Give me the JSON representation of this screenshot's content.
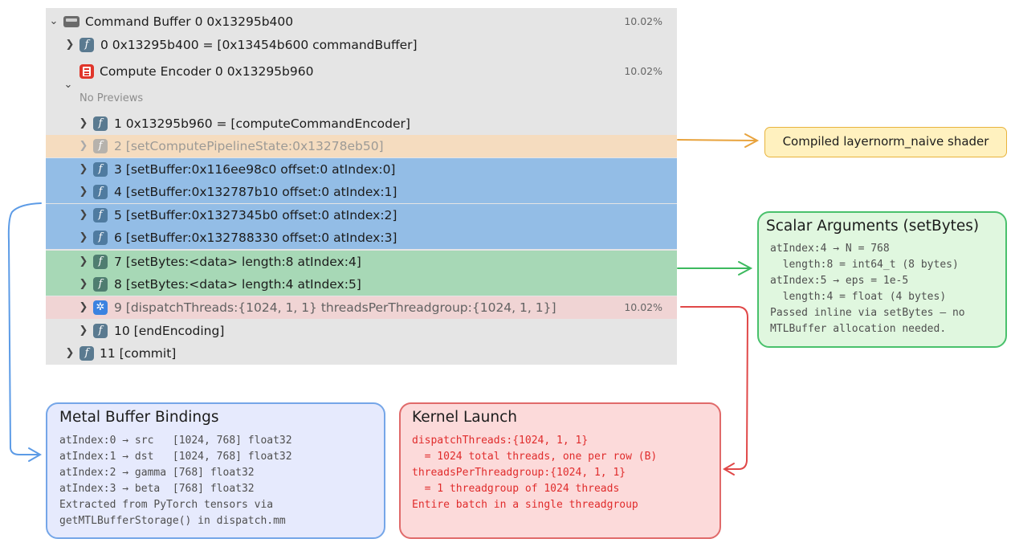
{
  "trace": {
    "command_buffer": {
      "label": "Command Buffer 0 0x13295b400",
      "percent": "10.02%",
      "icon": "command-buffer-icon"
    },
    "compute_encoder": {
      "label": "Compute Encoder 0 0x13295b960",
      "percent": "10.02%",
      "icon": "compute-encoder-icon"
    },
    "no_previews": "No Previews",
    "calls": [
      {
        "text": "0 0x13295b400 = [0x13454b600 commandBuffer]"
      },
      {
        "text": "1 0x13295b960 = [computeCommandEncoder]"
      },
      {
        "text": "2 [setComputePipelineState:0x13278eb50]"
      },
      {
        "text": "3 [setBuffer:0x116ee98c0 offset:0 atIndex:0]"
      },
      {
        "text": "4 [setBuffer:0x132787b10 offset:0 atIndex:1]"
      },
      {
        "text": "5 [setBuffer:0x1327345b0 offset:0 atIndex:2]"
      },
      {
        "text": "6 [setBuffer:0x132788330 offset:0 atIndex:3]"
      },
      {
        "text": "7 [setBytes:<data> length:8 atIndex:4]"
      },
      {
        "text": "8 [setBytes:<data> length:4 atIndex:5]"
      },
      {
        "text": "9 [dispatchThreads:{1024, 1, 1} threadsPerThreadgroup:{1024, 1, 1}]",
        "percent": "10.02%"
      },
      {
        "text": "10 [endEncoding]"
      },
      {
        "text": "11 [commit]"
      }
    ]
  },
  "annotations": {
    "shader": {
      "text": "Compiled layernorm_naive shader",
      "color": "#e8a33d"
    },
    "scalar": {
      "title": "Scalar Arguments (setBytes)",
      "lines": [
        "atIndex:4 → N = 768",
        "  length:8 = int64_t (8 bytes)",
        "atIndex:5 → eps = 1e-5",
        "  length:4 = float (4 bytes)",
        "Passed inline via setBytes — no",
        "MTLBuffer allocation needed."
      ],
      "color": "#3cb95e"
    },
    "metal": {
      "title": "Metal Buffer Bindings",
      "lines": [
        "atIndex:0 → src   [1024, 768] float32",
        "atIndex:1 → dst   [1024, 768] float32",
        "atIndex:2 → gamma [768] float32",
        "atIndex:3 → beta  [768] float32",
        "Extracted from PyTorch tensors via",
        "getMTLBufferStorage() in dispatch.mm"
      ],
      "color": "#5c9be6"
    },
    "kernel": {
      "title": "Kernel Launch",
      "lines": [
        "dispatchThreads:{1024, 1, 1}",
        "  = 1024 total threads, one per row (B)",
        "threadsPerThreadgroup:{1024, 1, 1}",
        "  = 1 threadgroup of 1024 threads",
        "Entire batch in a single threadgroup"
      ],
      "color": "#e04848"
    }
  }
}
